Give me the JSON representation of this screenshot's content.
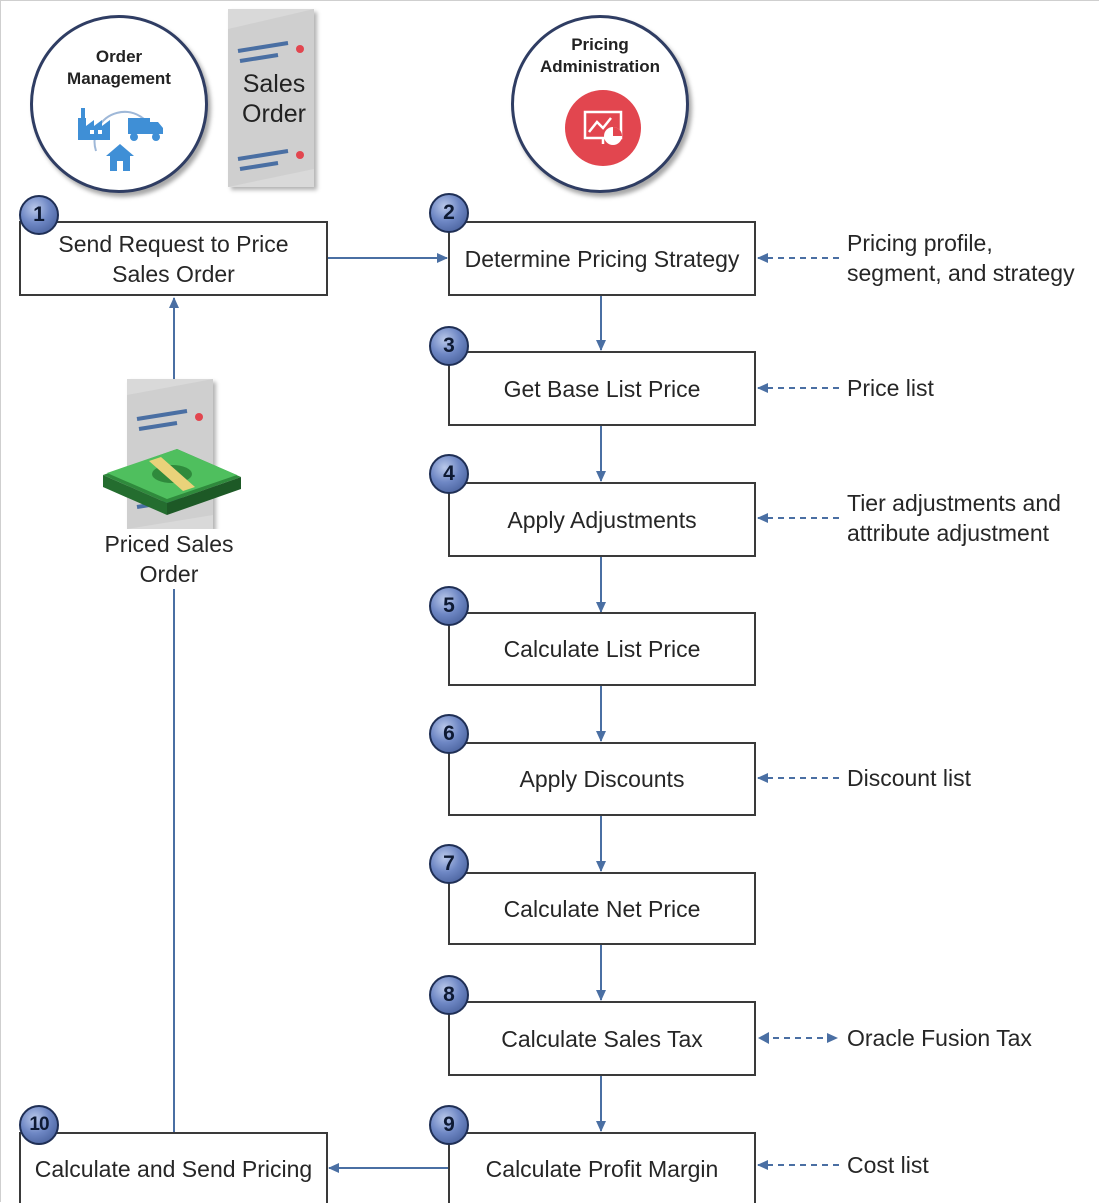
{
  "roles": {
    "order_management": {
      "title": "Order\nManagement"
    },
    "pricing_administration": {
      "title": "Pricing\nAdministration"
    }
  },
  "documents": {
    "sales_order": "Sales\nOrder",
    "priced_sales_order": "Priced Sales\nOrder"
  },
  "steps": [
    {
      "number": "1",
      "label": "Send Request to Price\nSales Order"
    },
    {
      "number": "2",
      "label": "Determine Pricing Strategy"
    },
    {
      "number": "3",
      "label": "Get Base List Price"
    },
    {
      "number": "4",
      "label": "Apply Adjustments"
    },
    {
      "number": "5",
      "label": "Calculate List Price"
    },
    {
      "number": "6",
      "label": "Apply Discounts"
    },
    {
      "number": "7",
      "label": "Calculate Net Price"
    },
    {
      "number": "8",
      "label": "Calculate Sales Tax"
    },
    {
      "number": "9",
      "label": "Calculate Profit Margin"
    },
    {
      "number": "10",
      "label": "Calculate and Send Pricing"
    }
  ],
  "inputs": {
    "strategy": "Pricing profile,\nsegment, and strategy",
    "price_list": "Price list",
    "adjustments": "Tier adjustments and\nattribute adjustment",
    "discount_list": "Discount list",
    "tax": "Oracle Fusion Tax",
    "cost_list": "Cost list"
  },
  "colors": {
    "connector": "#4a6fa3",
    "badge": "#6e87c4",
    "icon_blue": "#3f8fd6",
    "icon_red": "#e2464f",
    "money_green": "#3aa54a"
  }
}
